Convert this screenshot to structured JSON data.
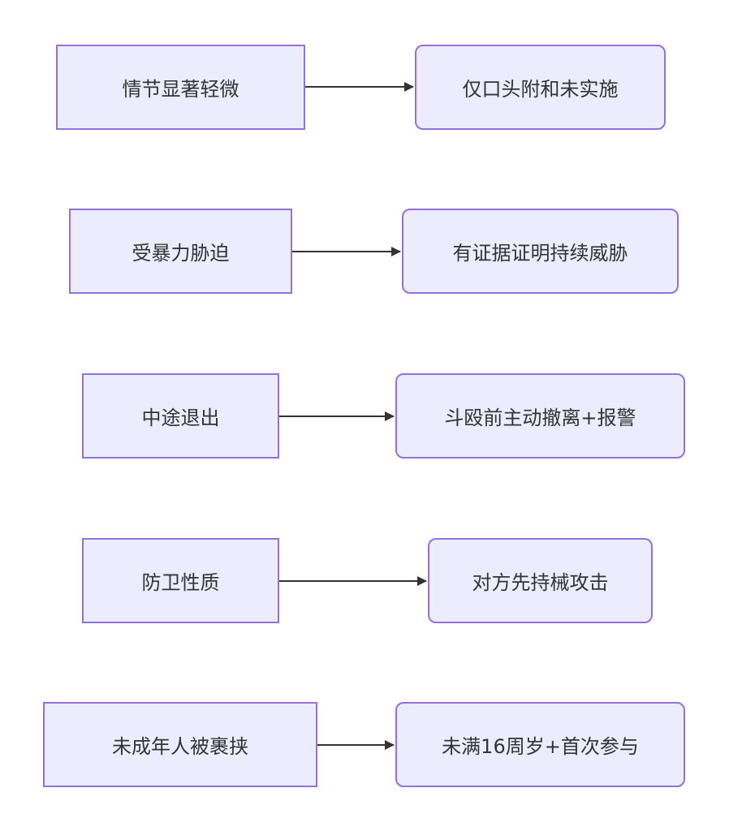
{
  "diagram": {
    "rows": [
      {
        "condition": "情节显著轻微",
        "requirement": "仅口头附和未实施"
      },
      {
        "condition": "受暴力胁迫",
        "requirement": "有证据证明持续威胁"
      },
      {
        "condition": "中途退出",
        "requirement": "斗殴前主动撤离+报警"
      },
      {
        "condition": "防卫性质",
        "requirement": "对方先持械攻击"
      },
      {
        "condition": "未成年人被裹挟",
        "requirement": "未满16周岁+首次参与"
      }
    ]
  },
  "colors": {
    "node_fill": "#ececff",
    "node_border": "#9370db",
    "edge": "#333333",
    "text": "#333333"
  }
}
